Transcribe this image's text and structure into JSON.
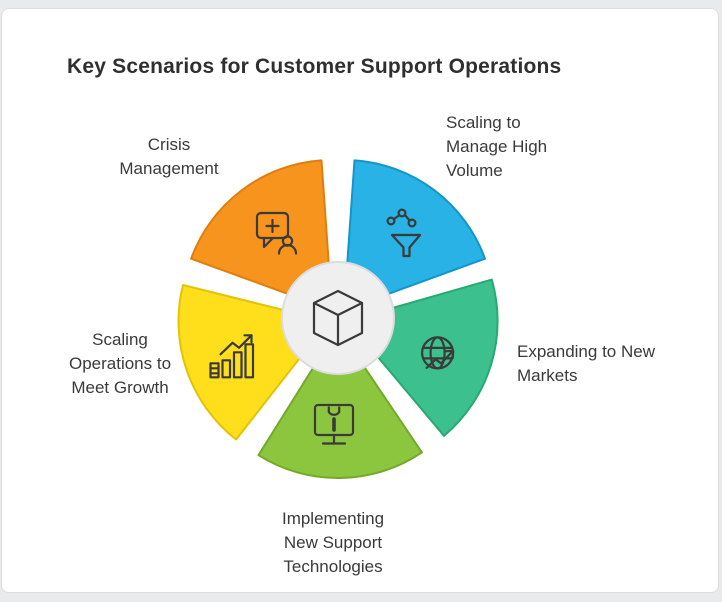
{
  "page": {
    "background_color": "#e9eaeb",
    "card_color": "#ffffff",
    "title_color": "#2f2f2f",
    "label_color": "#3a3a3a"
  },
  "title": "Key Scenarios for Customer Support Operations",
  "diagram": {
    "icon_color": "#3a3a3a",
    "center": {
      "icon": "cube-icon",
      "circle_color": "#efefef",
      "circle_border": "#dcdcdc"
    },
    "segments": [
      {
        "label": "Crisis\nManagement",
        "icon": "support-chat-icon",
        "fill": "#F6941E",
        "stroke": "#DD7E0F"
      },
      {
        "label": "Scaling to\nManage High\nVolume",
        "icon": "funnel-network-icon",
        "fill": "#29B2E6",
        "stroke": "#1295CC"
      },
      {
        "label": "Expanding to New\nMarkets",
        "icon": "globe-growth-icon",
        "fill": "#3CC18E",
        "stroke": "#27A875"
      },
      {
        "label": "Implementing\nNew Support\nTechnologies",
        "icon": "monitor-wrench-icon",
        "fill": "#8CC63F",
        "stroke": "#74A928"
      },
      {
        "label": "Scaling\nOperations to\nMeet Growth",
        "icon": "bar-chart-growth-icon",
        "fill": "#FFDF1B",
        "stroke": "#E3C303"
      }
    ]
  }
}
